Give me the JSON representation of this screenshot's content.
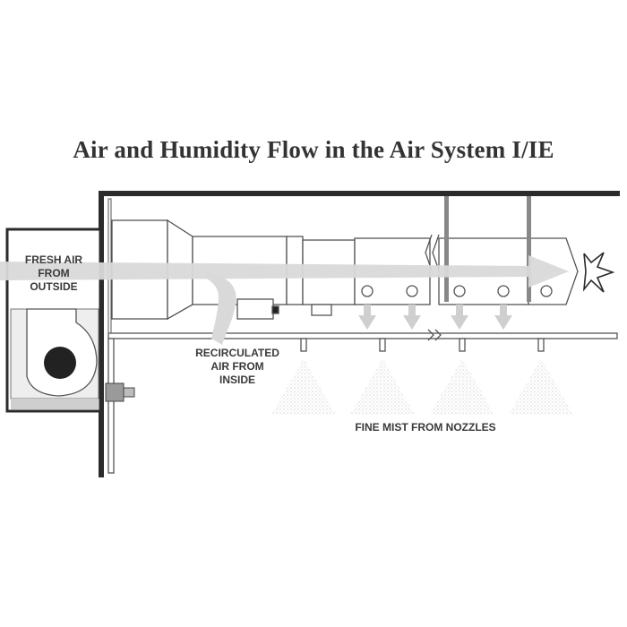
{
  "title": "Air and Humidity Flow in the Air System I/IE",
  "labels": {
    "fresh_air": [
      "FRESH AIR",
      "FROM",
      "OUTSIDE"
    ],
    "recirculated_air": [
      "RECIRCULATED",
      "AIR FROM",
      "INSIDE"
    ],
    "fine_mist": "FINE MIST FROM NOZZLES"
  },
  "colors": {
    "line": "#2b2b2b",
    "duct_outline": "#555555",
    "arrow_fill": "#d9d9d9",
    "mist": "#c8c8c8",
    "text": "#3a3a3a"
  }
}
